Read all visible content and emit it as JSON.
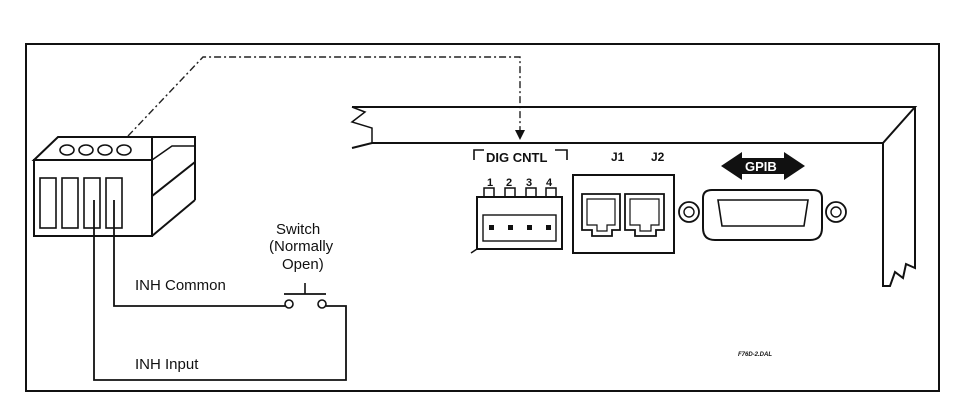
{
  "labels": {
    "switch_line1": "Switch",
    "switch_line2": "(Normally",
    "switch_line3": "Open)",
    "inh_common": "INH Common",
    "inh_input": "INH Input",
    "dig_cntl": "DIG CNTL",
    "pin_1": "1",
    "pin_2": "2",
    "pin_3": "3",
    "pin_4": "4",
    "j1": "J1",
    "j2": "J2",
    "gpib": "GPIB",
    "figure_code": "F76D-2.DAL"
  }
}
